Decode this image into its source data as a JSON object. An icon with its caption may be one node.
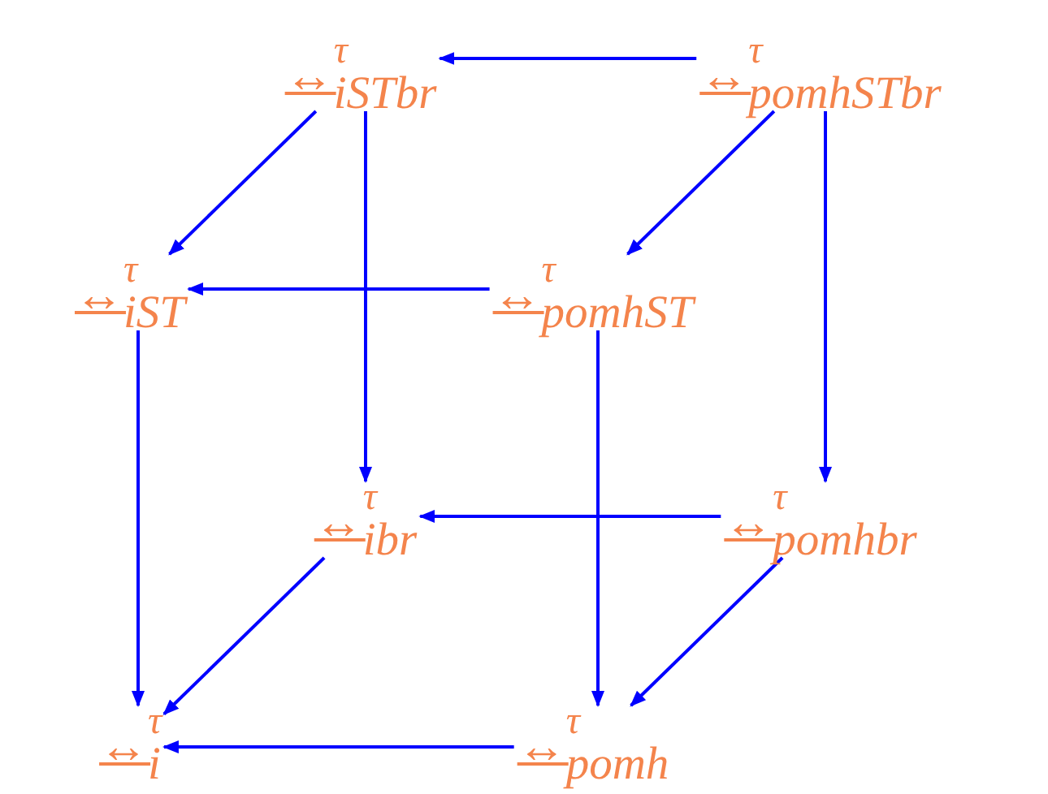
{
  "diagram": {
    "nodes": [
      {
        "text": [
          "↔$^{τ}$$_{iSTbr}$"
        ]
      },
      {
        "text": [
          "↔$^{τ}$$_{pomhSTbr}$"
        ]
      },
      {
        "text": [
          "↔$^{τ}$$_{iST}$"
        ]
      },
      {
        "text": [
          "↔$^{τ}$$_{pomhST}$"
        ]
      },
      {
        "text": [
          "↔$^{τ}$$_{ibr}$"
        ]
      },
      {
        "text": [
          "↔$^{τ}$$_{pomhbr}$"
        ]
      },
      {
        "text": [
          "↔$^{τ}$$_{i}$"
        ]
      },
      {
        "text": [
          "↔$^{τ}$$_{pomh}$"
        ]
      }
    ],
    "edges": [
      {
        "from": 1,
        "to": 0,
        "arrow": "to"
      },
      {
        "from": 0,
        "to": 2,
        "arrow": "to"
      },
      {
        "from": 1,
        "to": 3,
        "arrow": "to"
      },
      {
        "from": 3,
        "to": 2,
        "arrow": "to"
      },
      {
        "from": 0,
        "to": 4,
        "arrow": "to"
      },
      {
        "from": 1,
        "to": 5,
        "arrow": "to"
      },
      {
        "from": 2,
        "to": 6,
        "arrow": "to"
      },
      {
        "from": 3,
        "to": 7,
        "arrow": "to"
      },
      {
        "from": 5,
        "to": 4,
        "arrow": "to"
      },
      {
        "from": 4,
        "to": 6,
        "arrow": "to"
      },
      {
        "from": 5,
        "to": 7,
        "arrow": "to"
      },
      {
        "from": 7,
        "to": 6,
        "arrow": "to"
      }
    ]
  }
}
